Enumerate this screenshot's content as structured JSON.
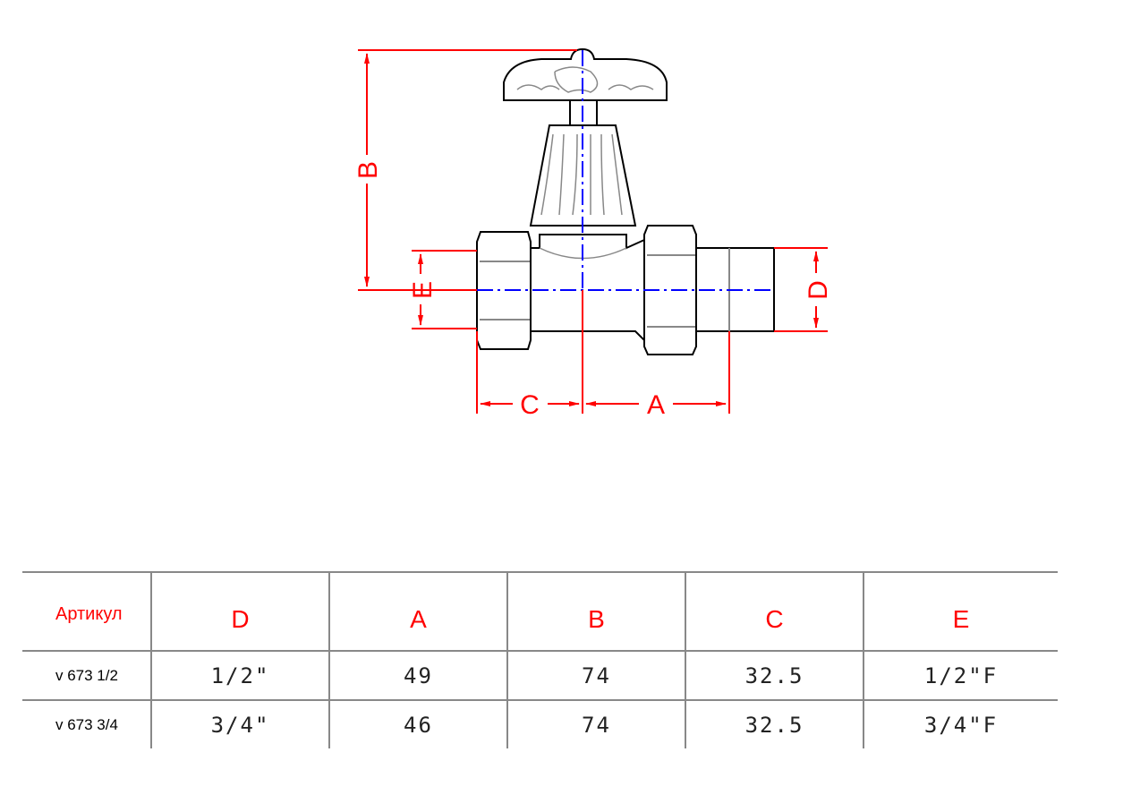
{
  "drawing": {
    "dimension_labels": {
      "A": "A",
      "B": "B",
      "C": "C",
      "D": "D",
      "E": "E"
    },
    "colors": {
      "dimension": "#ff0000",
      "centerline": "#0000ff",
      "outline": "#000000",
      "detail": "#888888"
    }
  },
  "table": {
    "headers": [
      "Артикул",
      "D",
      "A",
      "B",
      "C",
      "E"
    ],
    "rows": [
      [
        "v 673 1/2",
        "1/2\"",
        "49",
        "74",
        "32.5",
        "1/2\"F"
      ],
      [
        "v 673 3/4",
        "3/4\"",
        "46",
        "74",
        "32.5",
        "3/4\"F"
      ]
    ]
  }
}
